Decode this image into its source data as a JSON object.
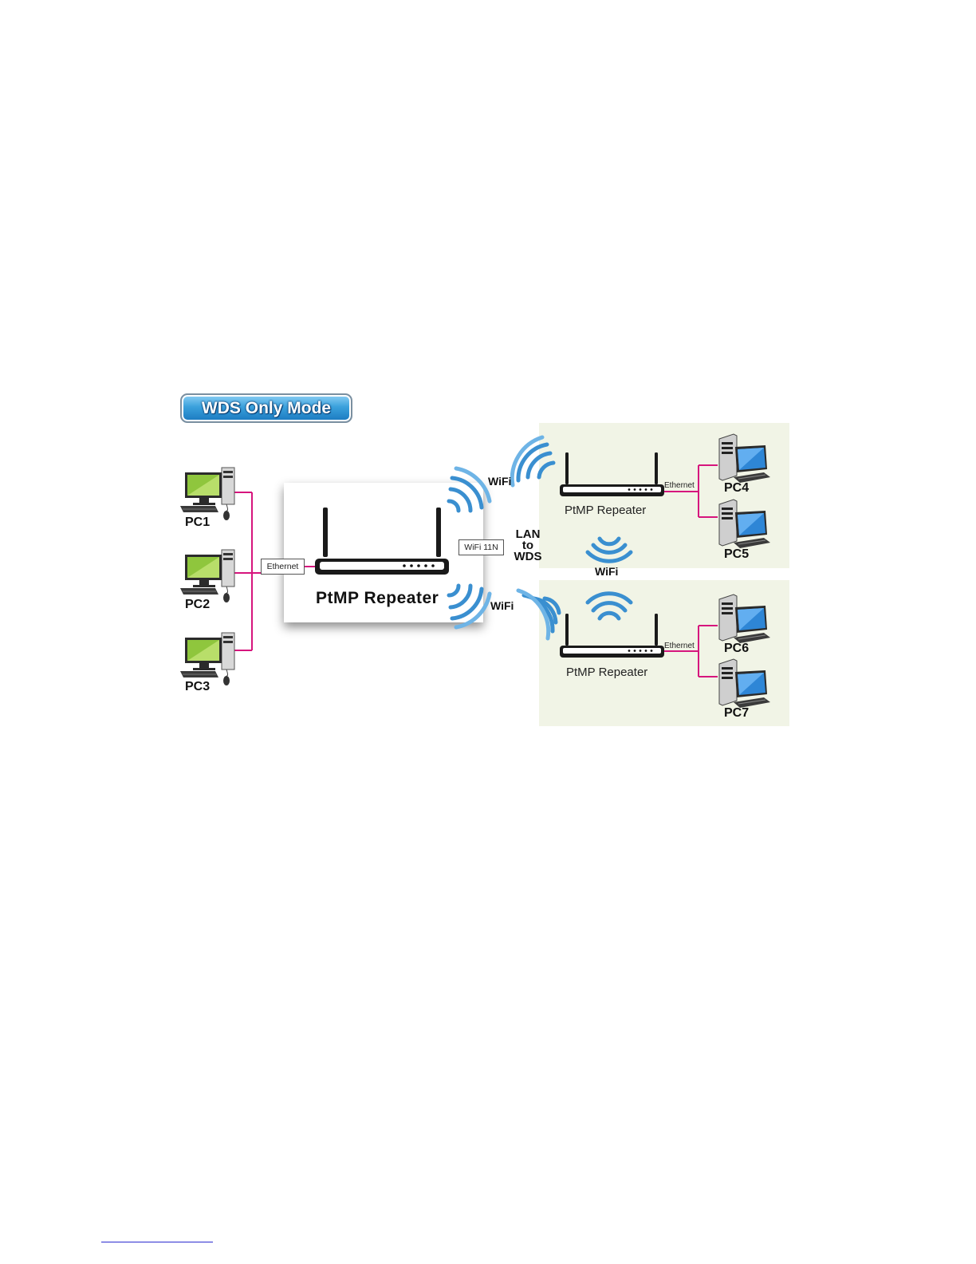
{
  "badge": {
    "title": "WDS Only Mode"
  },
  "main_router": {
    "name": "PtMP Repeater",
    "interface": "WiFi 11N",
    "lan_port": "Ethernet"
  },
  "lan_to_wds": [
    "LAN",
    "to",
    "WDS"
  ],
  "wifi_labels": {
    "upper": "WiFi",
    "lower": "WiFi",
    "middle": "WiFi"
  },
  "left_pcs": [
    "PC1",
    "PC2",
    "PC3"
  ],
  "repeaters": [
    {
      "name": "PtMP Repeater",
      "link": "Ethernet",
      "pcs": [
        "PC4",
        "PC5"
      ]
    },
    {
      "name": "PtMP Repeater",
      "link": "Ethernet",
      "pcs": [
        "PC6",
        "PC7"
      ]
    }
  ],
  "colors": {
    "ethernet_line": "#d6157d",
    "panel": "#f1f4e6",
    "wifi": "#3a8fd0",
    "monitor_left": "#8fc63d",
    "monitor_right": "#2e86d6"
  }
}
